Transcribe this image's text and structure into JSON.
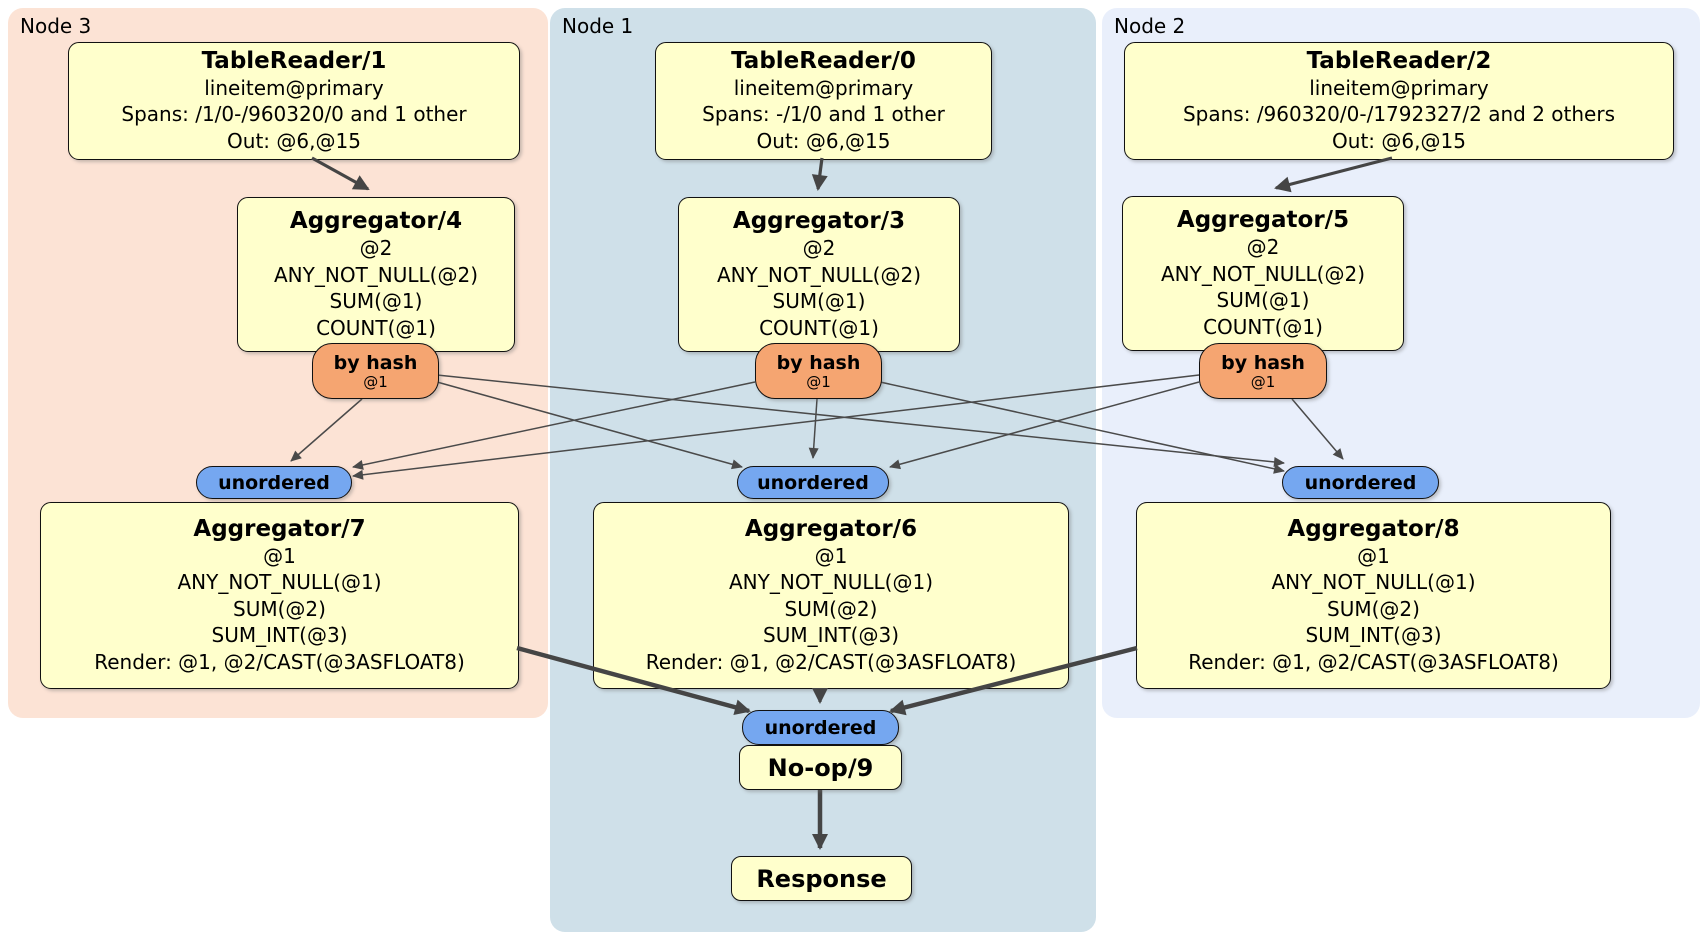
{
  "regions": [
    {
      "label": "Node 3"
    },
    {
      "label": "Node 1"
    },
    {
      "label": "Node 2"
    }
  ],
  "boxes": {
    "tablereader1": {
      "title": "TableReader/1",
      "lines": [
        "lineitem@primary",
        "Spans: /1/0-/960320/0 and 1 other",
        "Out: @6,@15"
      ]
    },
    "tablereader0": {
      "title": "TableReader/0",
      "lines": [
        "lineitem@primary",
        "Spans: -/1/0 and 1 other",
        "Out: @6,@15"
      ]
    },
    "tablereader2": {
      "title": "TableReader/2",
      "lines": [
        "lineitem@primary",
        "Spans: /960320/0-/1792327/2 and 2 others",
        "Out: @6,@15"
      ]
    },
    "aggregator4": {
      "title": "Aggregator/4",
      "lines": [
        "@2",
        "ANY_NOT_NULL(@2)",
        "SUM(@1)",
        "COUNT(@1)"
      ]
    },
    "aggregator3": {
      "title": "Aggregator/3",
      "lines": [
        "@2",
        "ANY_NOT_NULL(@2)",
        "SUM(@1)",
        "COUNT(@1)"
      ]
    },
    "aggregator5": {
      "title": "Aggregator/5",
      "lines": [
        "@2",
        "ANY_NOT_NULL(@2)",
        "SUM(@1)",
        "COUNT(@1)"
      ]
    },
    "aggregator7": {
      "title": "Aggregator/7",
      "lines": [
        "@1",
        "ANY_NOT_NULL(@1)",
        "SUM(@2)",
        "SUM_INT(@3)",
        "Render: @1, @2/CAST(@3ASFLOAT8)"
      ]
    },
    "aggregator6": {
      "title": "Aggregator/6",
      "lines": [
        "@1",
        "ANY_NOT_NULL(@1)",
        "SUM(@2)",
        "SUM_INT(@3)",
        "Render: @1, @2/CAST(@3ASFLOAT8)"
      ]
    },
    "aggregator8": {
      "title": "Aggregator/8",
      "lines": [
        "@1",
        "ANY_NOT_NULL(@1)",
        "SUM(@2)",
        "SUM_INT(@3)",
        "Render: @1, @2/CAST(@3ASFLOAT8)"
      ]
    },
    "noop": {
      "title": "No-op/9"
    },
    "response": {
      "title": "Response"
    }
  },
  "router": {
    "label": "by hash",
    "detail": "@1"
  },
  "sync": {
    "label": "unordered"
  },
  "colors": {
    "node3_bg": "#fce3d5",
    "node1_bg": "#cfe0e9",
    "node2_bg": "#e9effb",
    "box_fill": "#ffffcc",
    "router_fill": "#f5a571",
    "sync_fill": "#75a7f0",
    "edge": "#454545"
  }
}
